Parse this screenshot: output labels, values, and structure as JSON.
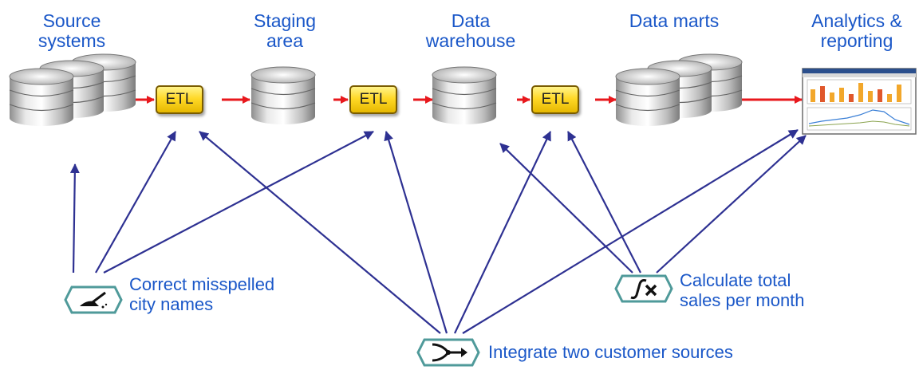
{
  "stages": [
    {
      "id": "source",
      "label": "Source\nsystems"
    },
    {
      "id": "staging",
      "label": "Staging\narea"
    },
    {
      "id": "warehouse",
      "label": "Data\nwarehouse"
    },
    {
      "id": "marts",
      "label": "Data marts"
    },
    {
      "id": "analytics",
      "label": "Analytics &\nreporting"
    }
  ],
  "etl": [
    {
      "label": "ETL"
    },
    {
      "label": "ETL"
    },
    {
      "label": "ETL"
    }
  ],
  "tasks": {
    "cleanse": {
      "label": "Correct misspelled\ncity names",
      "icon": "broom-icon"
    },
    "integrate": {
      "label": "Integrate two customer sources",
      "icon": "merge-icon"
    },
    "calculate": {
      "label": "Calculate total\nsales per month",
      "icon": "function-icon"
    }
  },
  "colors": {
    "label": "#1a57c8",
    "flow_arrow": "#e8181d",
    "task_arrow": "#2e3192",
    "etl_fill": "#ffd928",
    "icon_border": "#4f9a9a"
  }
}
